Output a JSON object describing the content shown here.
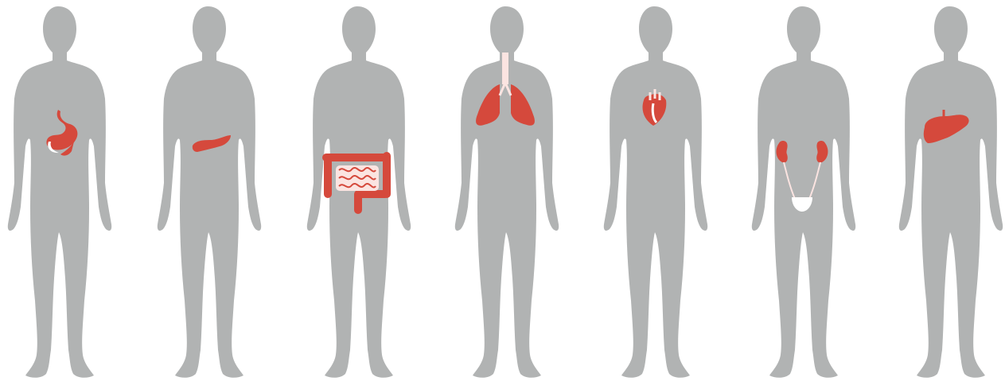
{
  "colors": {
    "background": "#ffffff",
    "silhouette": "#b1b3b3",
    "organ": "#d5493c",
    "organ_light": "#fbe4e1",
    "highlight": "#ffffff"
  },
  "figures": [
    {
      "organ": "stomach",
      "icon": "stomach-icon"
    },
    {
      "organ": "pancreas",
      "icon": "pancreas-icon"
    },
    {
      "organ": "intestines",
      "icon": "intestines-icon"
    },
    {
      "organ": "lungs",
      "icon": "lungs-icon"
    },
    {
      "organ": "heart",
      "icon": "heart-icon"
    },
    {
      "organ": "urinary system",
      "icon": "kidneys-bladder-icon"
    },
    {
      "organ": "liver",
      "icon": "liver-icon"
    }
  ]
}
